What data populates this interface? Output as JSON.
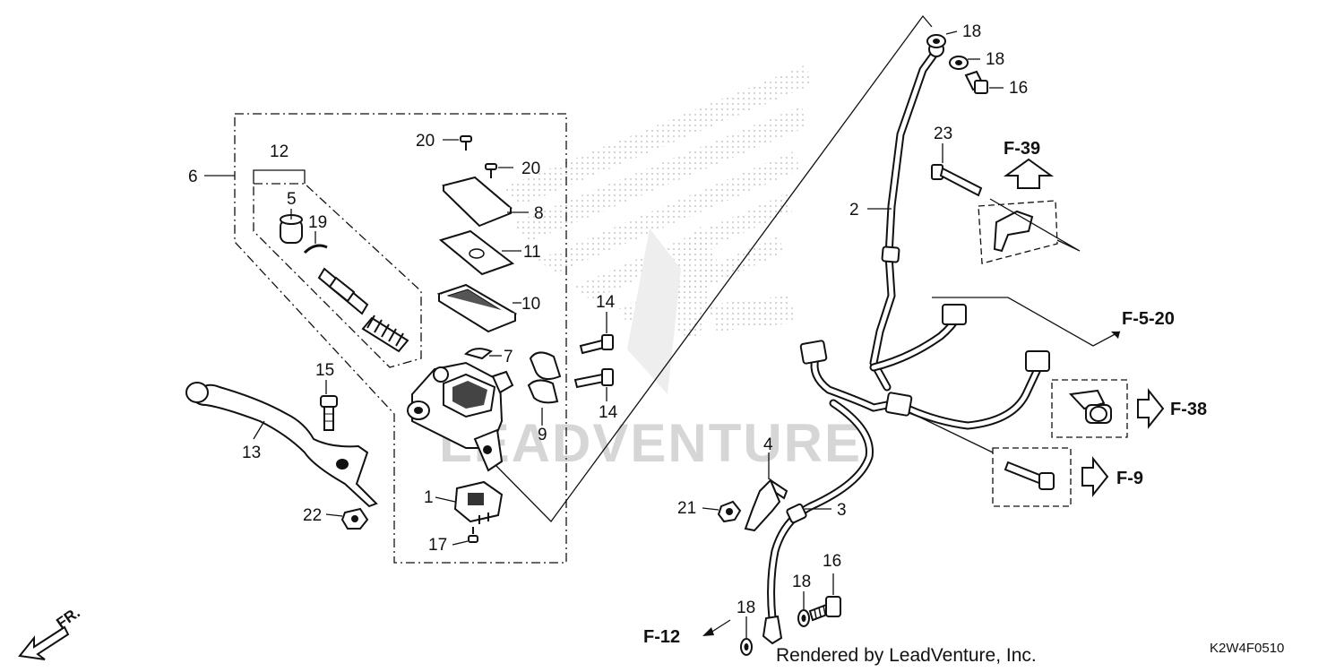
{
  "labels": {
    "p1": "1",
    "p2": "2",
    "p3": "3",
    "p4": "4",
    "p5": "5",
    "p6": "6",
    "p7": "7",
    "p8": "8",
    "p9": "9",
    "p10": "10",
    "p11": "11",
    "p12": "12",
    "p13": "13",
    "p14a": "14",
    "p14b": "14",
    "p15": "15",
    "p16a": "16",
    "p16b": "16",
    "p17": "17",
    "p18a": "18",
    "p18b": "18",
    "p18c": "18",
    "p18d": "18",
    "p19": "19",
    "p20a": "20",
    "p20b": "20",
    "p21": "21",
    "p22": "22",
    "p23": "23"
  },
  "refs": {
    "f39": "F-39",
    "f520": "F-5-20",
    "f38": "F-38",
    "f9": "F-9",
    "f12": "F-12"
  },
  "watermark": "LEADVENTURE",
  "credit": "Rendered by LeadVenture, Inc.",
  "diagram_code": "K2W4F0510",
  "front_marker": "FR.",
  "colors": {
    "line": "#111111",
    "watermark": "#d6d6d6",
    "background": "#ffffff"
  }
}
